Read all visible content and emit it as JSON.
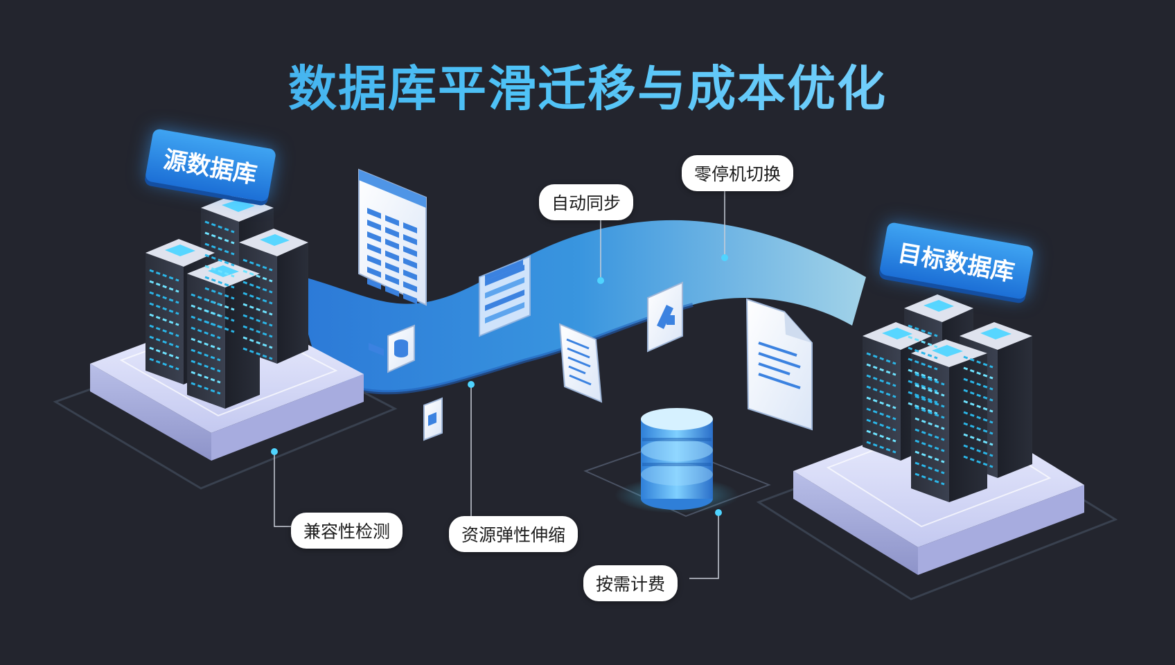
{
  "title": "数据库平滑迁移与成本优化",
  "source_label": "源数据库",
  "target_label": "目标数据库",
  "callouts": {
    "auto_sync": "自动同步",
    "zero_downtime": "零停机切换",
    "compat_check": "兼容性检测",
    "elastic_scaling": "资源弹性伸缩",
    "pay_as_you_go": "按需计费"
  },
  "colors": {
    "background": "#23252e",
    "flow_blue": "#2f8fe6",
    "accent_cyan": "#4fd4ff",
    "platform": "#d8dcf6"
  }
}
